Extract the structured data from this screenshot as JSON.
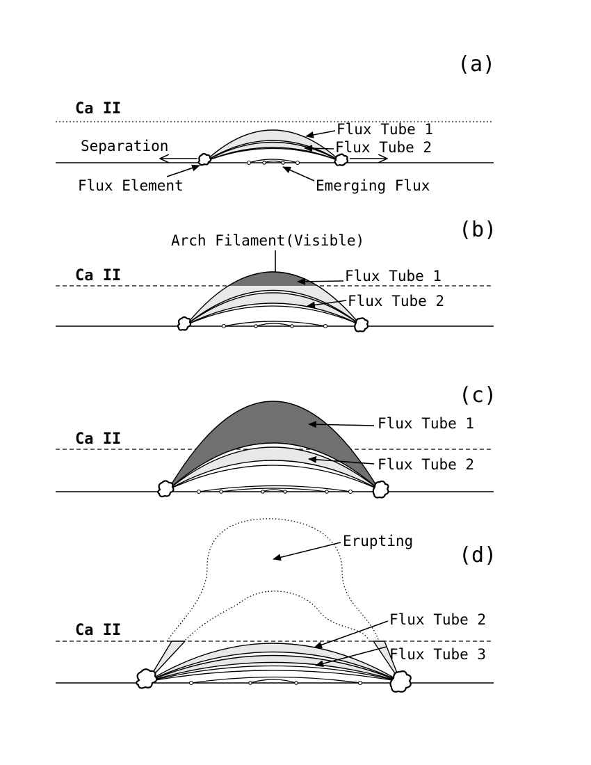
{
  "panels": {
    "a": {
      "label": "(a)",
      "ca_label": "Ca II",
      "flux_tube_1": "Flux Tube 1",
      "flux_tube_2": "Flux Tube 2",
      "separation": "Separation",
      "flux_element": "Flux Element",
      "emerging_flux": "Emerging Flux"
    },
    "b": {
      "label": "(b)",
      "ca_label": "Ca II",
      "arch_filament": "Arch Filament(Visible)",
      "flux_tube_1": "Flux Tube 1",
      "flux_tube_2": "Flux Tube 2"
    },
    "c": {
      "label": "(c)",
      "ca_label": "Ca II",
      "flux_tube_1": "Flux Tube 1",
      "flux_tube_2": "Flux Tube 2"
    },
    "d": {
      "label": "(d)",
      "ca_label": "Ca II",
      "erupting": "Erupting",
      "flux_tube_2": "Flux Tube 2",
      "flux_tube_3": "Flux Tube 3"
    }
  },
  "colors": {
    "light_fill": "#e8e8e8",
    "dark_fill": "#707070",
    "ink": "#000000"
  }
}
